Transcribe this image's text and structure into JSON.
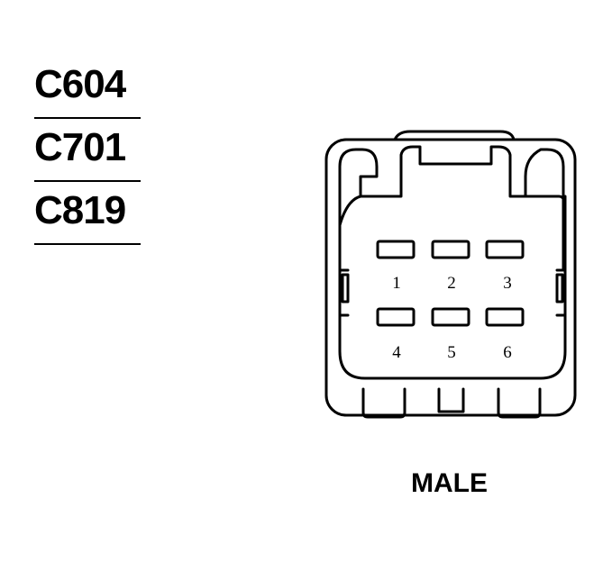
{
  "connector_ids": [
    "C604",
    "C701",
    "C819"
  ],
  "connector": {
    "gender_label": "MALE",
    "pin_count": 6,
    "pins": [
      {
        "number": "1",
        "row": 1,
        "col": 1
      },
      {
        "number": "2",
        "row": 1,
        "col": 2
      },
      {
        "number": "3",
        "row": 1,
        "col": 3
      },
      {
        "number": "4",
        "row": 2,
        "col": 1
      },
      {
        "number": "5",
        "row": 2,
        "col": 2
      },
      {
        "number": "6",
        "row": 2,
        "col": 3
      }
    ]
  },
  "colors": {
    "line": "#000000",
    "background": "#ffffff"
  }
}
